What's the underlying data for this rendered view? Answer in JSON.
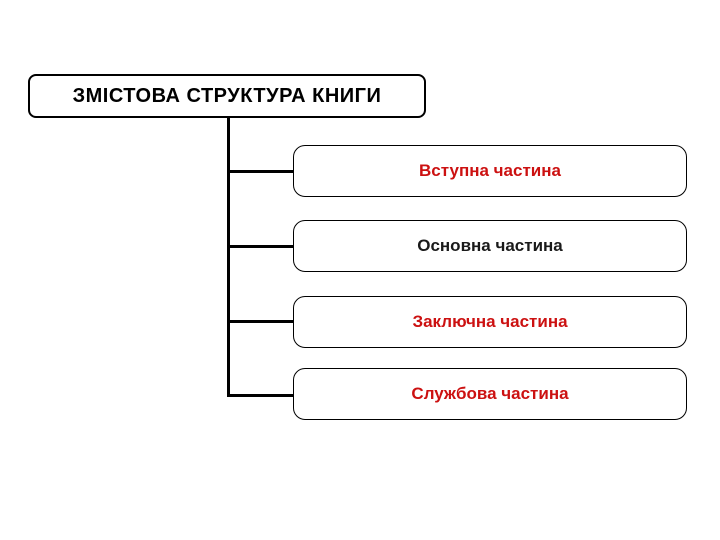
{
  "diagram": {
    "title": "ЗМІСТОВА СТРУКТУРА КНИГИ",
    "title_color": "#000000",
    "line_color": "#000000",
    "background_color": "#ffffff",
    "accent_red": "#cc1111",
    "nodes": [
      {
        "label": "Вступна частина",
        "color": "#cc1111"
      },
      {
        "label": "Основна частина",
        "color": "#1a1a1a"
      },
      {
        "label": "Заключна частина",
        "color": "#cc1111"
      },
      {
        "label": "Службова частина",
        "color": "#cc1111"
      }
    ]
  }
}
